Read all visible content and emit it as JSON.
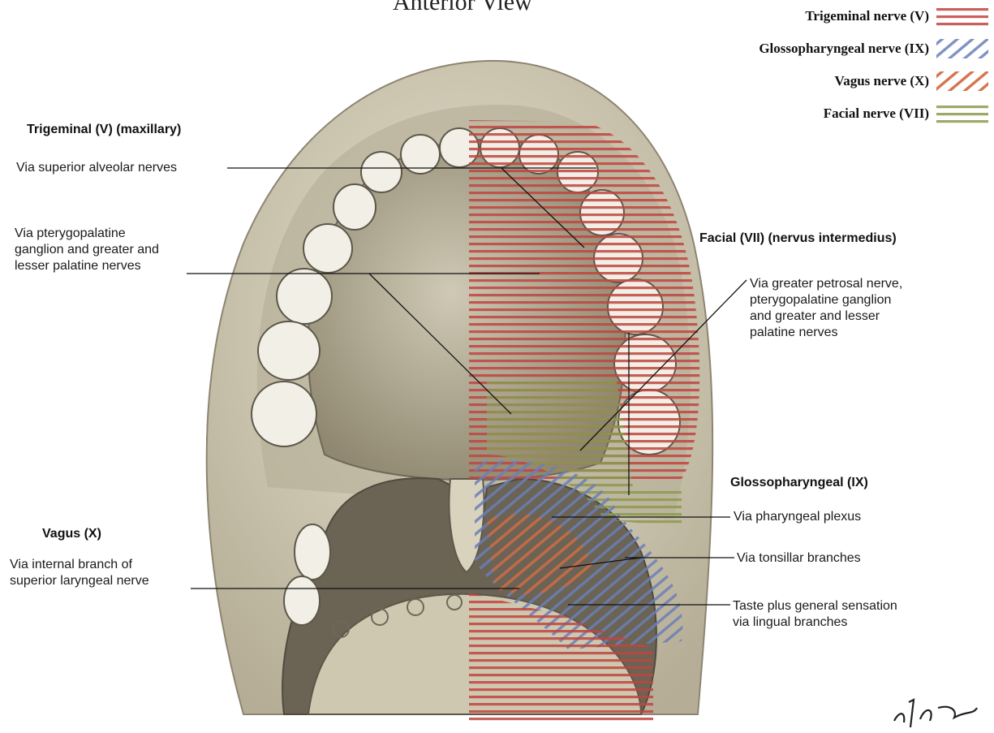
{
  "title": "Anterior View",
  "legend": [
    {
      "label": "Trigeminal nerve (V)",
      "color": "#c0443f",
      "pattern": "horizontal-lines"
    },
    {
      "label": "Glossopharyngeal nerve (IX)",
      "color": "#6a7fb8",
      "pattern": "diagonal-lines"
    },
    {
      "label": "Vagus nerve (X)",
      "color": "#d0673a",
      "pattern": "diagonal-lines"
    },
    {
      "label": "Facial nerve (VII)",
      "color": "#8b9a4e",
      "pattern": "horizontal-lines"
    }
  ],
  "labels": {
    "trigeminal_heading": "Trigeminal (V) (maxillary)",
    "superior_alveolar": "Via superior alveolar nerves",
    "pterygopalatine": "Via pterygopalatine\nganglion and greater and\nlesser palatine nerves",
    "facial_heading": "Facial (VII) (nervus intermedius)",
    "greater_petrosal": "Via greater petrosal nerve,\npterygopalatine ganglion\nand greater and lesser\npalatine nerves",
    "glossopharyngeal_heading": "Glossopharyngeal (IX)",
    "pharyngeal_plexus": "Via pharyngeal plexus",
    "tonsillar": "Via tonsillar branches",
    "lingual": "Taste plus general sensation\nvia lingual branches",
    "vagus_heading": "Vagus (X)",
    "internal_branch": "Via internal branch of\nsuperior laryngeal nerve"
  },
  "colors": {
    "tissue": "#d8d2bd",
    "tissue_shadow": "#a89f86",
    "cavity": "#7d7566",
    "teeth": "#f1efe6"
  }
}
